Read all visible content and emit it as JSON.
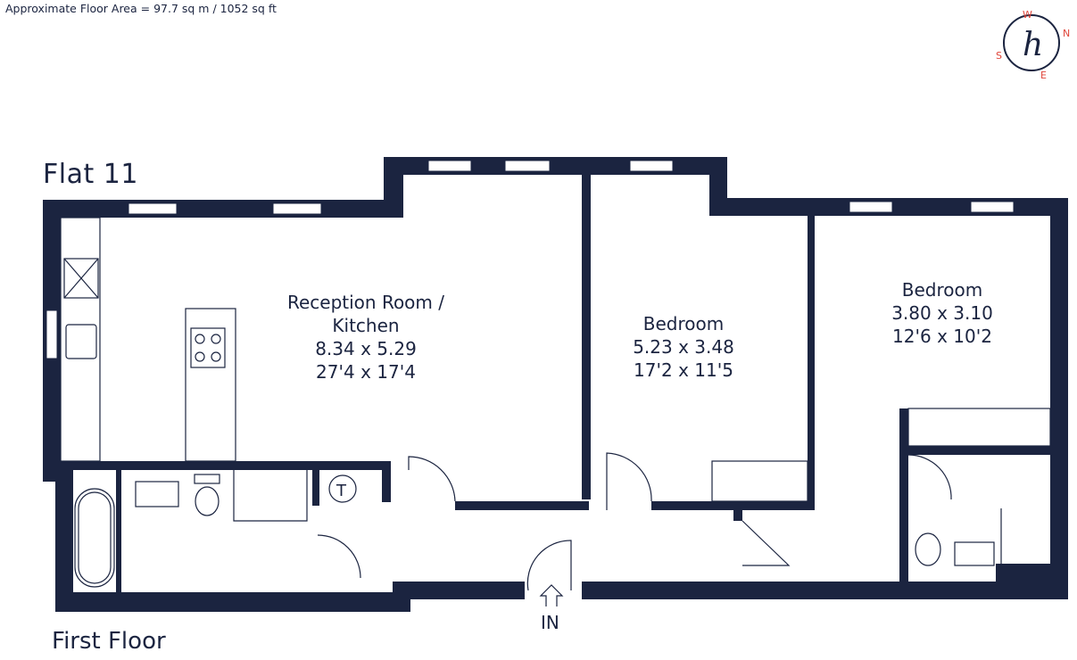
{
  "header": {
    "floor_area": "Approximate Floor Area = 97.7 sq m / 1052 sq ft"
  },
  "compass": {
    "north": "N",
    "south": "S",
    "east": "E",
    "west": "W",
    "logo_glyph": "h",
    "letter_color": "#e0453a"
  },
  "plan": {
    "title": "Flat 11",
    "floor": "First Floor",
    "entry": "IN",
    "wall_color": "#1b2440",
    "rooms": [
      {
        "name_line1": "Reception Room /",
        "name_line2": "Kitchen",
        "metric": "8.34 x 5.29",
        "imperial": "27'4 x 17'4"
      },
      {
        "name": "Bedroom",
        "metric": "5.23 x 3.48",
        "imperial": "17'2 x 11'5"
      },
      {
        "name": "Bedroom",
        "metric": "3.80 x 3.10",
        "imperial": "12'6 x 10'2"
      }
    ],
    "boiler_symbol": "T"
  }
}
